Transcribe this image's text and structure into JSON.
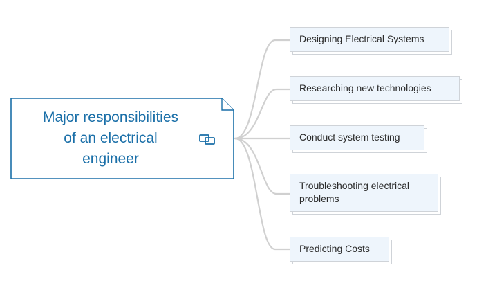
{
  "root": {
    "title": "Major responsibilities\nof an electrical\nengineer",
    "icon": "linked-topic-icon",
    "accent_color": "#1a6fa8"
  },
  "branches": [
    {
      "label": "Designing Electrical Systems"
    },
    {
      "label": "Researching new technologies"
    },
    {
      "label": "Conduct system testing"
    },
    {
      "label": "Troubleshooting electrical\nproblems"
    },
    {
      "label": "Predicting Costs"
    }
  ],
  "colors": {
    "connector": "#cfcfcf",
    "branch_fill": "#eef5fc",
    "branch_border": "#cfd3d8",
    "root_border": "#1a6fa8"
  }
}
